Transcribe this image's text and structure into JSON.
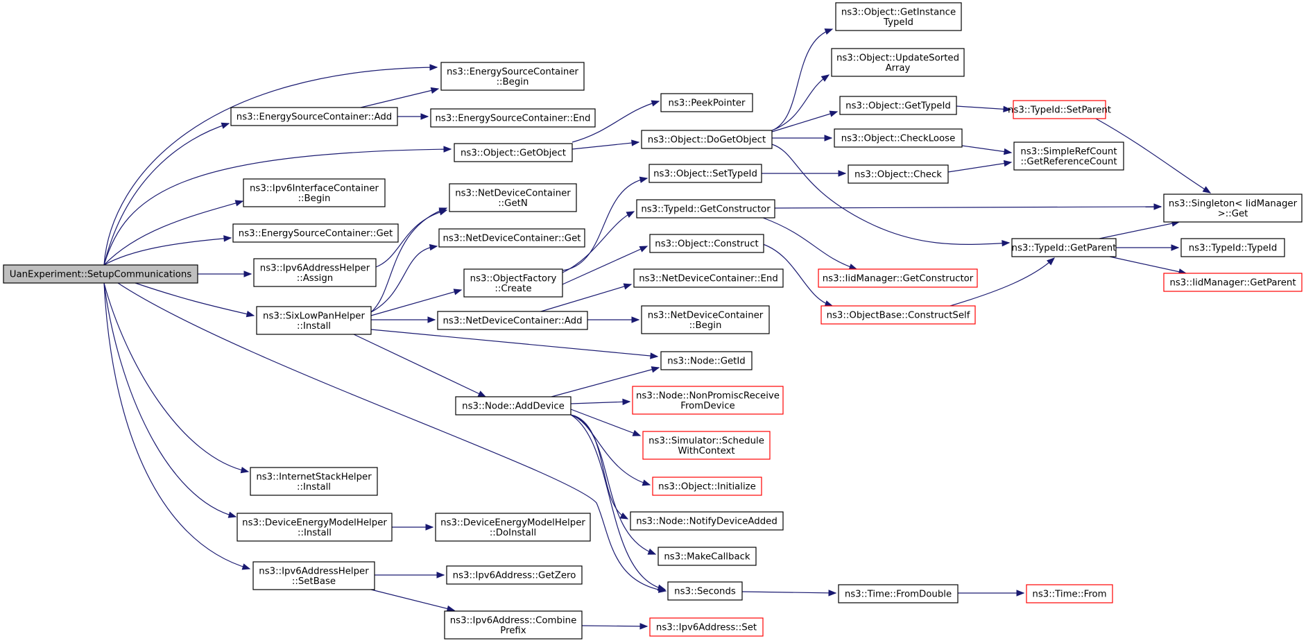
{
  "title": "",
  "colors": {
    "edge": "#191970",
    "node_border": "#000000",
    "external_border": "#ff0000",
    "root_fill": "#bfbfbf"
  },
  "nodes": [
    {
      "id": "root",
      "lines": [
        "UanExperiment::SetupCommunications"
      ],
      "style": "root"
    },
    {
      "id": "escBegin",
      "lines": [
        "ns3::EnergySourceContainer",
        "::Begin"
      ],
      "style": "normal"
    },
    {
      "id": "escAdd",
      "lines": [
        "ns3::EnergySourceContainer::Add"
      ],
      "style": "normal"
    },
    {
      "id": "escEnd",
      "lines": [
        "ns3::EnergySourceContainer::End"
      ],
      "style": "normal"
    },
    {
      "id": "objGetObject",
      "lines": [
        "ns3::Object::GetObject"
      ],
      "style": "normal"
    },
    {
      "id": "ipv6icBegin",
      "lines": [
        "ns3::Ipv6InterfaceContainer",
        "::Begin"
      ],
      "style": "normal"
    },
    {
      "id": "escGet",
      "lines": [
        "ns3::EnergySourceContainer::Get"
      ],
      "style": "normal"
    },
    {
      "id": "ipv6ahAssign",
      "lines": [
        "ns3::Ipv6AddressHelper",
        "::Assign"
      ],
      "style": "normal"
    },
    {
      "id": "sixlowpan",
      "lines": [
        "ns3::SixLowPanHelper",
        "::Install"
      ],
      "style": "normal"
    },
    {
      "id": "internetStack",
      "lines": [
        "ns3::InternetStackHelper",
        "::Install"
      ],
      "style": "normal"
    },
    {
      "id": "demhInstall",
      "lines": [
        "ns3::DeviceEnergyModelHelper",
        "::Install"
      ],
      "style": "normal"
    },
    {
      "id": "ipv6ahSetBase",
      "lines": [
        "ns3::Ipv6AddressHelper",
        "::SetBase"
      ],
      "style": "normal"
    },
    {
      "id": "peekPointer",
      "lines": [
        "ns3::PeekPointer"
      ],
      "style": "normal"
    },
    {
      "id": "doGetObject",
      "lines": [
        "ns3::Object::DoGetObject"
      ],
      "style": "normal"
    },
    {
      "id": "ndcGetN",
      "lines": [
        "ns3::NetDeviceContainer",
        "::GetN"
      ],
      "style": "normal"
    },
    {
      "id": "ndcGet",
      "lines": [
        "ns3::NetDeviceContainer::Get"
      ],
      "style": "normal"
    },
    {
      "id": "ofCreate",
      "lines": [
        "ns3::ObjectFactory",
        "::Create"
      ],
      "style": "normal"
    },
    {
      "id": "ndcAdd",
      "lines": [
        "ns3::NetDeviceContainer::Add"
      ],
      "style": "normal"
    },
    {
      "id": "nodeAddDevice",
      "lines": [
        "ns3::Node::AddDevice"
      ],
      "style": "normal"
    },
    {
      "id": "demhDoInstall",
      "lines": [
        "ns3::DeviceEnergyModelHelper",
        "::DoInstall"
      ],
      "style": "normal"
    },
    {
      "id": "ipv6GetZero",
      "lines": [
        "ns3::Ipv6Address::GetZero"
      ],
      "style": "normal"
    },
    {
      "id": "ipv6Combine",
      "lines": [
        "ns3::Ipv6Address::Combine",
        "Prefix"
      ],
      "style": "normal"
    },
    {
      "id": "objSetTypeId",
      "lines": [
        "ns3::Object::SetTypeId"
      ],
      "style": "normal"
    },
    {
      "id": "tidGetConstructor",
      "lines": [
        "ns3::TypeId::GetConstructor"
      ],
      "style": "normal"
    },
    {
      "id": "objConstruct",
      "lines": [
        "ns3::Object::Construct"
      ],
      "style": "normal"
    },
    {
      "id": "ndcEnd",
      "lines": [
        "ns3::NetDeviceContainer::End"
      ],
      "style": "normal"
    },
    {
      "id": "ndcBegin",
      "lines": [
        "ns3::NetDeviceContainer",
        "::Begin"
      ],
      "style": "normal"
    },
    {
      "id": "nodeGetId",
      "lines": [
        "ns3::Node::GetId"
      ],
      "style": "normal"
    },
    {
      "id": "nodeNonPromisc",
      "lines": [
        "ns3::Node::NonPromiscReceive",
        "FromDevice"
      ],
      "style": "external"
    },
    {
      "id": "simSchedule",
      "lines": [
        "ns3::Simulator::Schedule",
        "WithContext"
      ],
      "style": "external"
    },
    {
      "id": "objInitialize",
      "lines": [
        "ns3::Object::Initialize"
      ],
      "style": "external"
    },
    {
      "id": "nodeNotify",
      "lines": [
        "ns3::Node::NotifyDeviceAdded"
      ],
      "style": "normal"
    },
    {
      "id": "makeCallback",
      "lines": [
        "ns3::MakeCallback"
      ],
      "style": "normal"
    },
    {
      "id": "seconds",
      "lines": [
        "ns3::Seconds"
      ],
      "style": "normal"
    },
    {
      "id": "ipv6Set",
      "lines": [
        "ns3::Ipv6Address::Set"
      ],
      "style": "external"
    },
    {
      "id": "objGetInstanceTypeId",
      "lines": [
        "ns3::Object::GetInstance",
        "TypeId"
      ],
      "style": "normal"
    },
    {
      "id": "objUpdateSorted",
      "lines": [
        "ns3::Object::UpdateSorted",
        "Array"
      ],
      "style": "normal"
    },
    {
      "id": "objGetTypeId",
      "lines": [
        "ns3::Object::GetTypeId"
      ],
      "style": "normal"
    },
    {
      "id": "objCheckLoose",
      "lines": [
        "ns3::Object::CheckLoose"
      ],
      "style": "normal"
    },
    {
      "id": "objCheck",
      "lines": [
        "ns3::Object::Check"
      ],
      "style": "normal"
    },
    {
      "id": "iidGetConstructor",
      "lines": [
        "ns3::IidManager::GetConstructor"
      ],
      "style": "external"
    },
    {
      "id": "obConstructSelf",
      "lines": [
        "ns3::ObjectBase::ConstructSelf"
      ],
      "style": "external"
    },
    {
      "id": "timeFromDouble",
      "lines": [
        "ns3::Time::FromDouble"
      ],
      "style": "normal"
    },
    {
      "id": "tidSetParent",
      "lines": [
        "ns3::TypeId::SetParent"
      ],
      "style": "external"
    },
    {
      "id": "srcGetRefCount",
      "lines": [
        "ns3::SimpleRefCount",
        "::GetReferenceCount"
      ],
      "style": "normal"
    },
    {
      "id": "tidGetParent",
      "lines": [
        "ns3::TypeId::GetParent"
      ],
      "style": "normal"
    },
    {
      "id": "timeFrom",
      "lines": [
        "ns3::Time::From"
      ],
      "style": "external"
    },
    {
      "id": "singletonGet",
      "lines": [
        "ns3::Singleton< IidManager",
        ">::Get"
      ],
      "style": "normal"
    },
    {
      "id": "tidTypeId",
      "lines": [
        "ns3::TypeId::TypeId"
      ],
      "style": "normal"
    },
    {
      "id": "iidGetParent",
      "lines": [
        "ns3::IidManager::GetParent"
      ],
      "style": "external"
    }
  ],
  "edges": [
    [
      "root",
      "escBegin"
    ],
    [
      "root",
      "escAdd"
    ],
    [
      "root",
      "objGetObject"
    ],
    [
      "root",
      "ipv6icBegin"
    ],
    [
      "root",
      "escGet"
    ],
    [
      "root",
      "ipv6ahAssign"
    ],
    [
      "root",
      "sixlowpan"
    ],
    [
      "root",
      "internetStack"
    ],
    [
      "root",
      "demhInstall"
    ],
    [
      "root",
      "ipv6ahSetBase"
    ],
    [
      "root",
      "seconds"
    ],
    [
      "escAdd",
      "escBegin"
    ],
    [
      "escAdd",
      "escEnd"
    ],
    [
      "objGetObject",
      "peekPointer"
    ],
    [
      "objGetObject",
      "doGetObject"
    ],
    [
      "ipv6ahAssign",
      "ndcGetN"
    ],
    [
      "sixlowpan",
      "ndcGetN"
    ],
    [
      "sixlowpan",
      "ndcGet"
    ],
    [
      "sixlowpan",
      "ofCreate"
    ],
    [
      "sixlowpan",
      "ndcAdd"
    ],
    [
      "sixlowpan",
      "nodeGetId"
    ],
    [
      "sixlowpan",
      "nodeAddDevice"
    ],
    [
      "demhInstall",
      "demhDoInstall"
    ],
    [
      "ipv6ahSetBase",
      "ipv6GetZero"
    ],
    [
      "ipv6ahSetBase",
      "ipv6Combine"
    ],
    [
      "doGetObject",
      "objGetInstanceTypeId"
    ],
    [
      "doGetObject",
      "objUpdateSorted"
    ],
    [
      "doGetObject",
      "objGetTypeId"
    ],
    [
      "doGetObject",
      "objCheckLoose"
    ],
    [
      "doGetObject",
      "tidGetParent"
    ],
    [
      "ofCreate",
      "objSetTypeId"
    ],
    [
      "ofCreate",
      "tidGetConstructor"
    ],
    [
      "ofCreate",
      "objConstruct"
    ],
    [
      "ndcAdd",
      "ndcEnd"
    ],
    [
      "ndcAdd",
      "ndcBegin"
    ],
    [
      "nodeAddDevice",
      "nodeGetId"
    ],
    [
      "nodeAddDevice",
      "nodeNonPromisc"
    ],
    [
      "nodeAddDevice",
      "simSchedule"
    ],
    [
      "nodeAddDevice",
      "objInitialize"
    ],
    [
      "nodeAddDevice",
      "nodeNotify"
    ],
    [
      "nodeAddDevice",
      "makeCallback"
    ],
    [
      "nodeAddDevice",
      "seconds"
    ],
    [
      "ipv6Combine",
      "ipv6Set"
    ],
    [
      "objSetTypeId",
      "objCheck"
    ],
    [
      "tidGetConstructor",
      "singletonGet"
    ],
    [
      "tidGetConstructor",
      "iidGetConstructor"
    ],
    [
      "objConstruct",
      "obConstructSelf"
    ],
    [
      "seconds",
      "timeFromDouble"
    ],
    [
      "objGetTypeId",
      "tidSetParent"
    ],
    [
      "objCheckLoose",
      "srcGetRefCount"
    ],
    [
      "objCheck",
      "srcGetRefCount"
    ],
    [
      "obConstructSelf",
      "tidGetParent"
    ],
    [
      "timeFromDouble",
      "timeFrom"
    ],
    [
      "tidSetParent",
      "singletonGet"
    ],
    [
      "tidGetParent",
      "singletonGet"
    ],
    [
      "tidGetParent",
      "tidTypeId"
    ],
    [
      "tidGetParent",
      "iidGetParent"
    ]
  ]
}
